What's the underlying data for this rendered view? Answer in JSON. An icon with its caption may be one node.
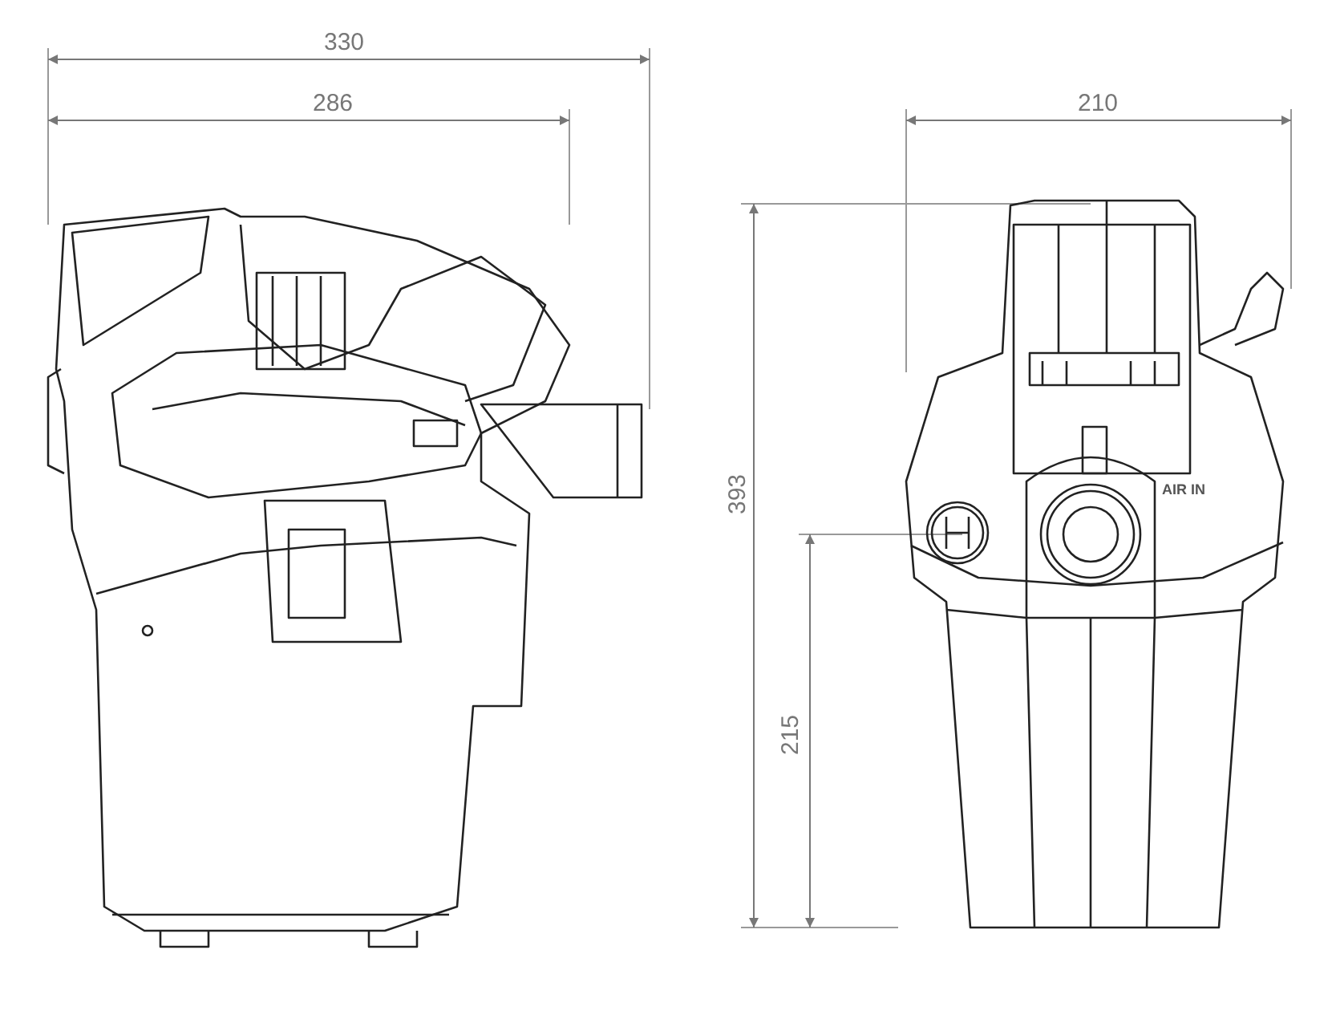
{
  "diagram": {
    "labels": [
      "330",
      "286",
      "210",
      "393",
      "AIR IN",
      "215"
    ]
  }
}
